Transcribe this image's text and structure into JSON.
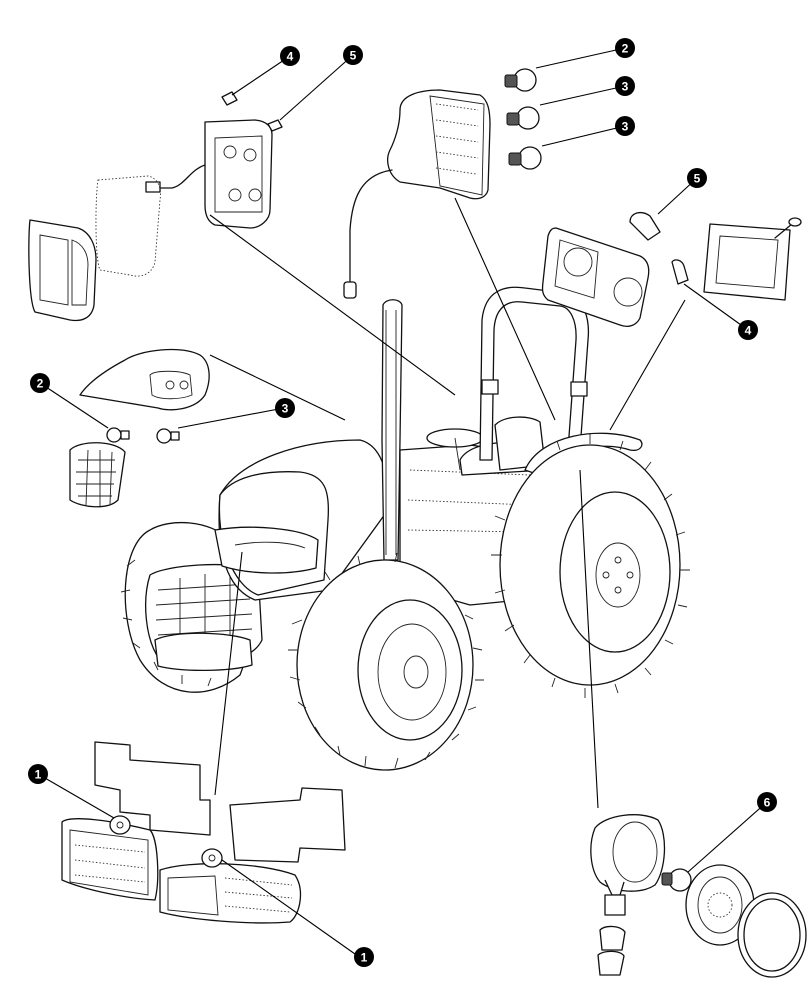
{
  "callouts": [
    {
      "id": "c1a",
      "label": "1"
    },
    {
      "id": "c1b",
      "label": "1"
    },
    {
      "id": "c2a",
      "label": "2"
    },
    {
      "id": "c2b",
      "label": "2"
    },
    {
      "id": "c3a",
      "label": "3"
    },
    {
      "id": "c3b",
      "label": "3"
    },
    {
      "id": "c3c",
      "label": "3"
    },
    {
      "id": "c4a",
      "label": "4"
    },
    {
      "id": "c4b",
      "label": "4"
    },
    {
      "id": "c5a",
      "label": "5"
    },
    {
      "id": "c5b",
      "label": "5"
    },
    {
      "id": "c6",
      "label": "6"
    }
  ],
  "colors": {
    "ink": "#111111",
    "badge": "#000000",
    "background": "#ffffff"
  }
}
